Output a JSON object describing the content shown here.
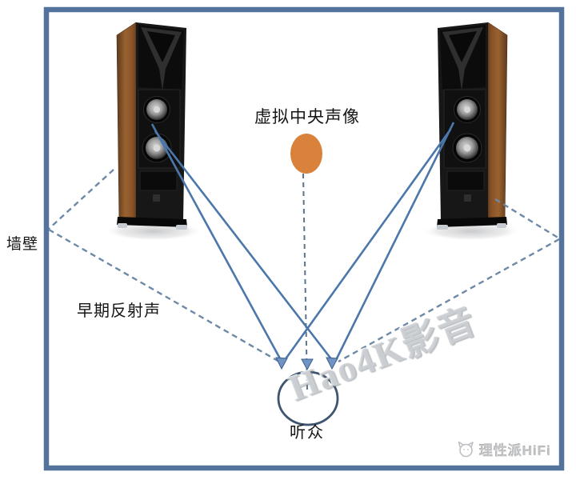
{
  "labels": {
    "virtual_center_image": "虚拟中央声像",
    "wall": "墙壁",
    "early_reflection": "早期反射声",
    "listener": "听众"
  },
  "watermarks": {
    "diagonal": "Hao4K影音",
    "corner": "理性派HiFi"
  },
  "colors": {
    "frame_border": "#53739d",
    "direct_sound_line": "#4b77ab",
    "reflection_dashed_line": "#6d89a6",
    "center_dashed_line": "#5d7389",
    "arrowhead": "#6f94c4",
    "virtual_image_fill": "#d9823b",
    "listener_circle_stroke": "#3e5570",
    "speaker_wood": "#8a5a30",
    "watermark_gray": "#c3c4c6"
  },
  "icons": {
    "left_speaker": "floorstanding-speaker",
    "right_speaker": "floorstanding-speaker",
    "virtual_image": "orange-sound-image-dot",
    "listener": "listener-head-circle",
    "corner_logo": "cat-logo"
  }
}
